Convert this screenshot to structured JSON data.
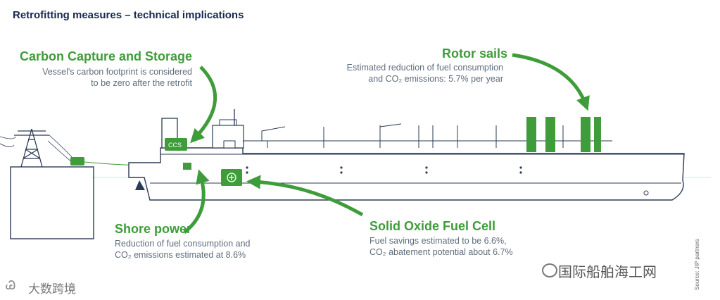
{
  "title": "Retrofitting measures – technical implications",
  "labels": {
    "ccs": {
      "heading": "Carbon Capture and Storage",
      "line1": "Vessel's carbon footprint is considered",
      "line2": "to be zero after the retrofit"
    },
    "rotor": {
      "heading": "Rotor sails",
      "line1": "Estimated reduction of fuel consumption",
      "line2": "and CO₂ emissions: 5.7% per year"
    },
    "shore": {
      "heading": "Shore power",
      "line1": "Reduction of fuel consumption and",
      "line2": "CO₂ emissions estimated at 8.6%"
    },
    "sofc": {
      "heading": "Solid Oxide Fuel Cell",
      "line1": "Fuel savings estimated to be 6.6%,",
      "line2": "CO₂ abatement potential about 6.7%"
    }
  },
  "ccs_unit_label": "CCS",
  "source": "Source: JIP partners",
  "watermarks": {
    "right": "国际船舶海工网",
    "left": "大数跨境",
    "left_icon": "Ꮚ"
  },
  "colors": {
    "accent_green": "#3f9c3a",
    "ship_outline": "#2a3b55",
    "title": "#17294a"
  }
}
